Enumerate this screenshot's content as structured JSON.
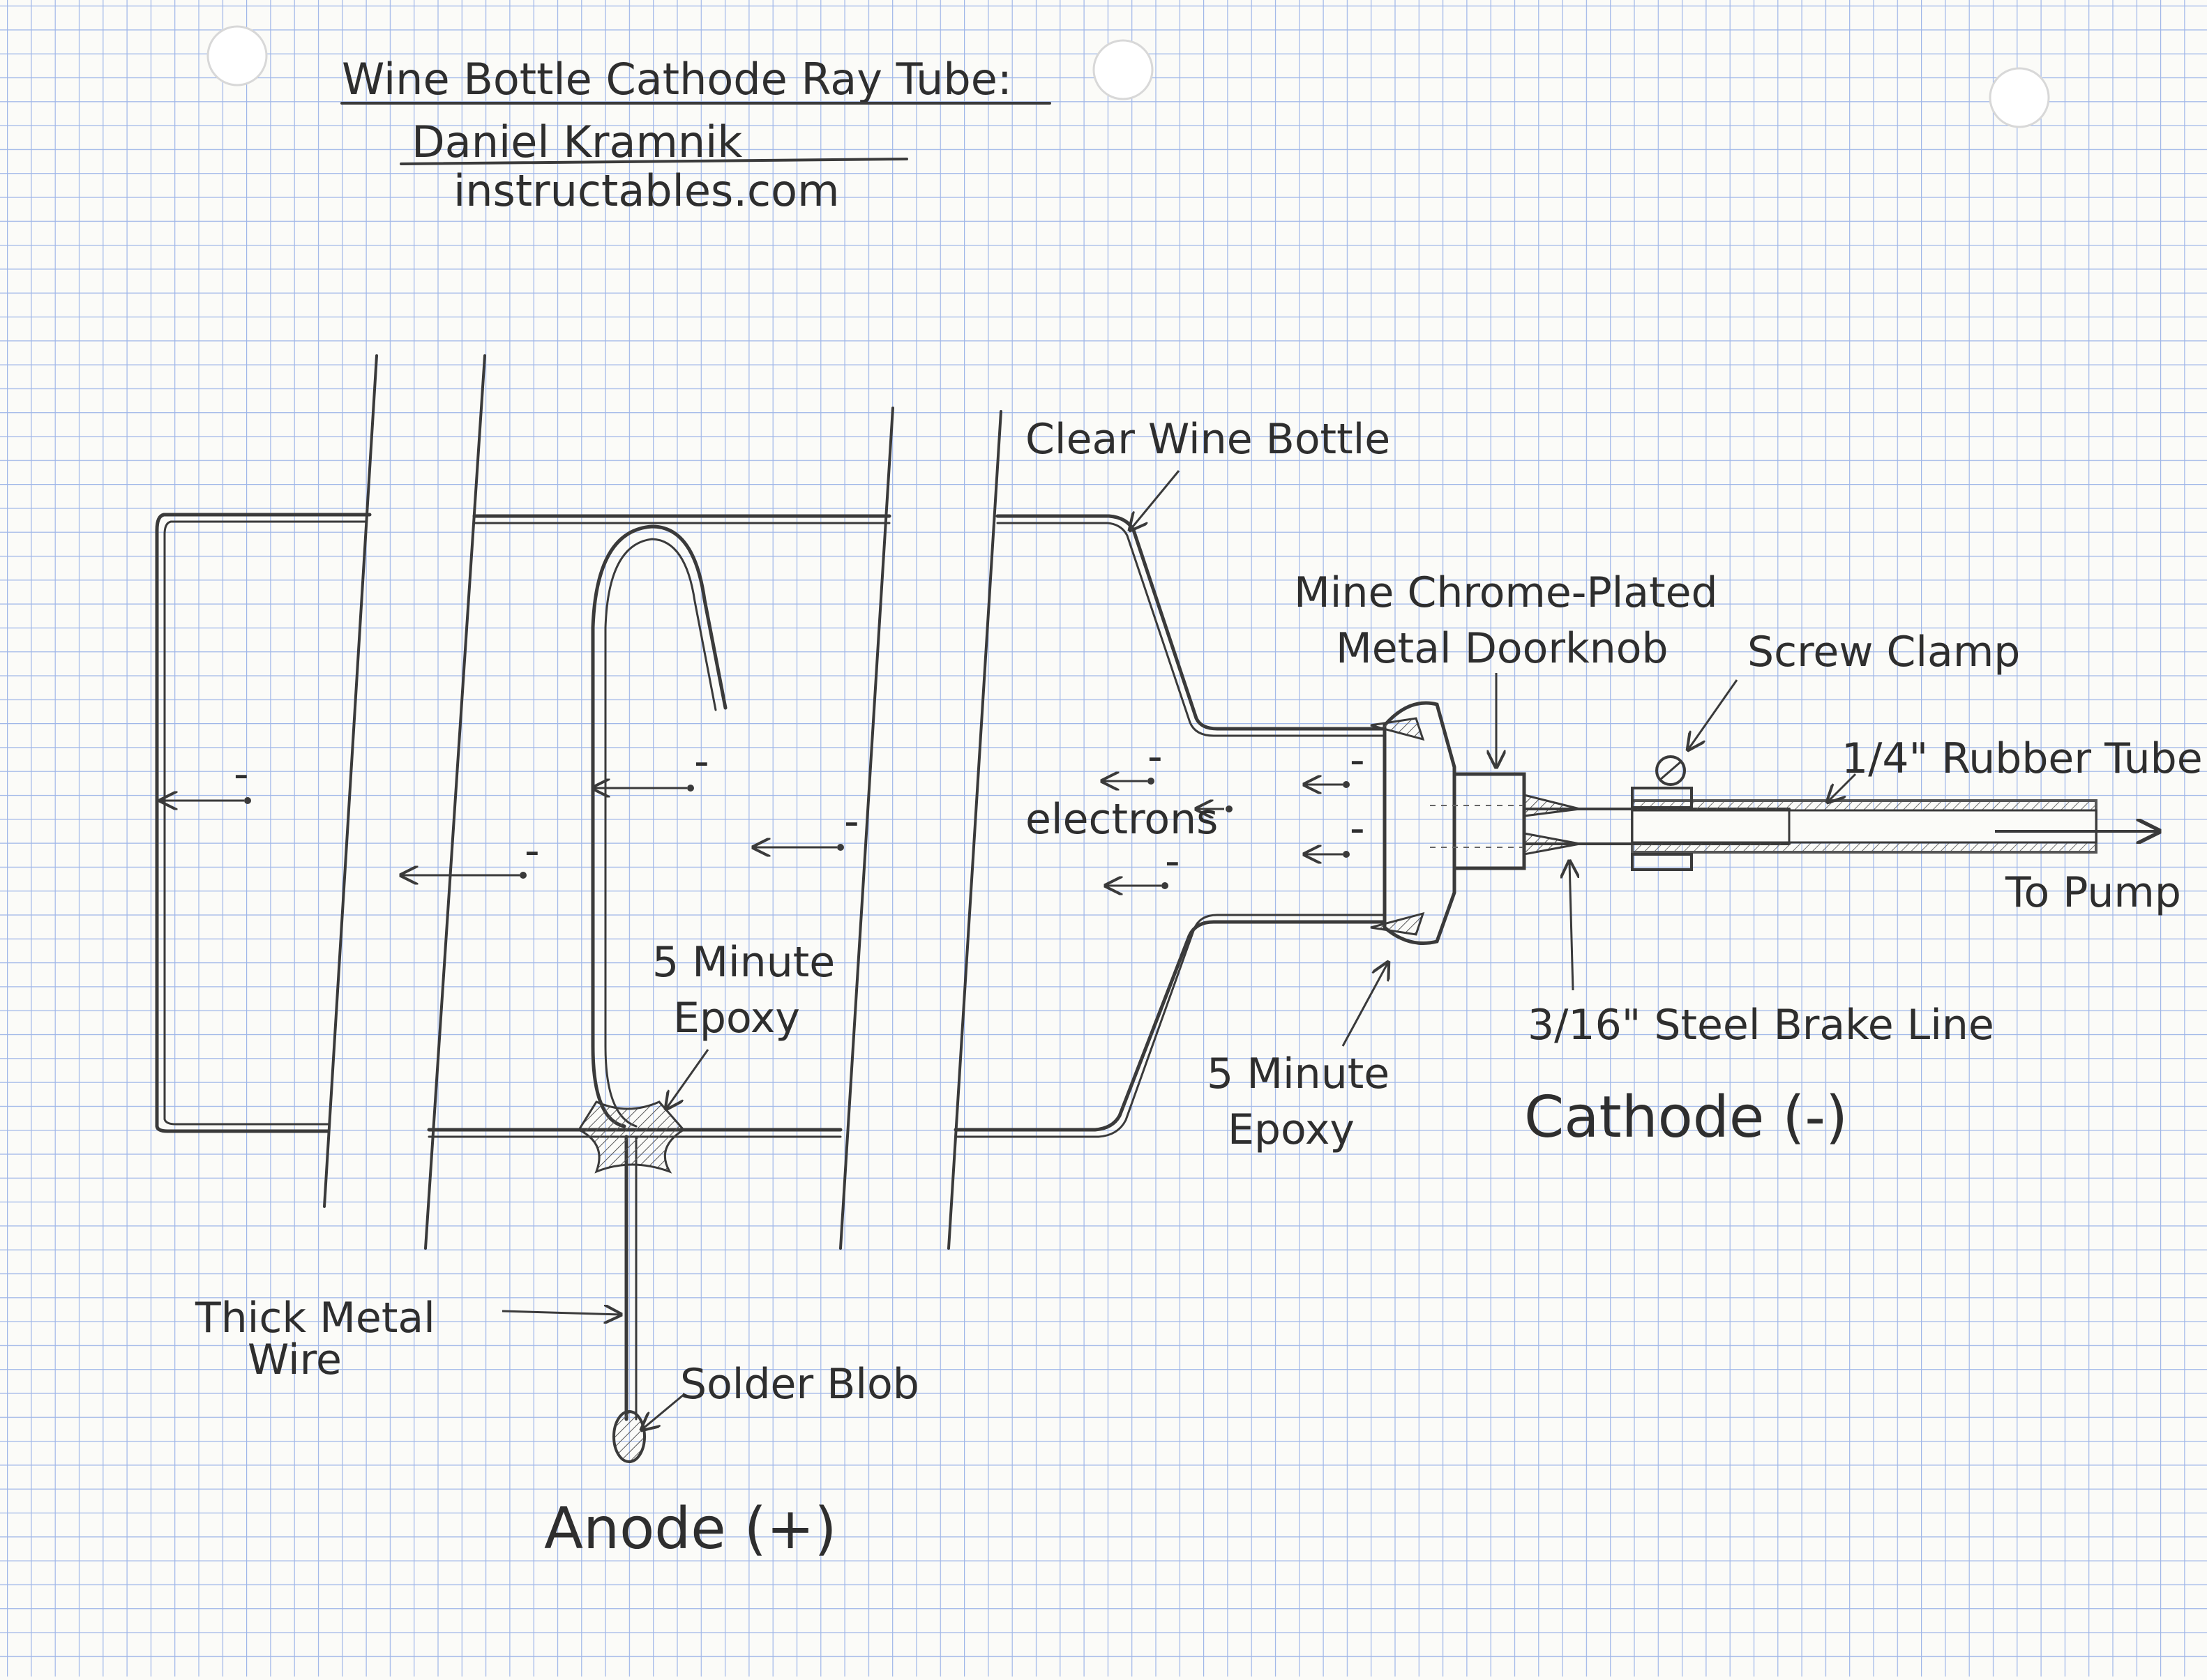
{
  "title": {
    "line1": "Wine Bottle Cathode Ray Tube:",
    "line2": "Daniel Kramnik",
    "line3": "instructables.com"
  },
  "labels": {
    "clear_wine_bottle": "Clear Wine Bottle",
    "doorknob_line1": "Mine Chrome-Plated",
    "doorknob_line2": "Metal Doorknob",
    "screw_clamp": "Screw Clamp",
    "rubber_tube": "1/4\" Rubber Tube",
    "to_pump": "To Pump",
    "electrons": "electrons",
    "epoxy_anode_line1": "5 Minute",
    "epoxy_anode_line2": "Epoxy",
    "epoxy_cathode_line1": "5 Minute",
    "epoxy_cathode_line2": "Epoxy",
    "brake_line": "3/16\" Steel Brake Line",
    "cathode": "Cathode (-)",
    "thick_wire_line1": "Thick Metal",
    "thick_wire_line2": "Wire",
    "solder_blob": "Solder Blob",
    "anode": "Anode (+)",
    "electron_sign": "-"
  },
  "colors": {
    "paper": "#fbfbf8",
    "grid": "#9fb6e8",
    "pencil": "#3a3a3a"
  }
}
